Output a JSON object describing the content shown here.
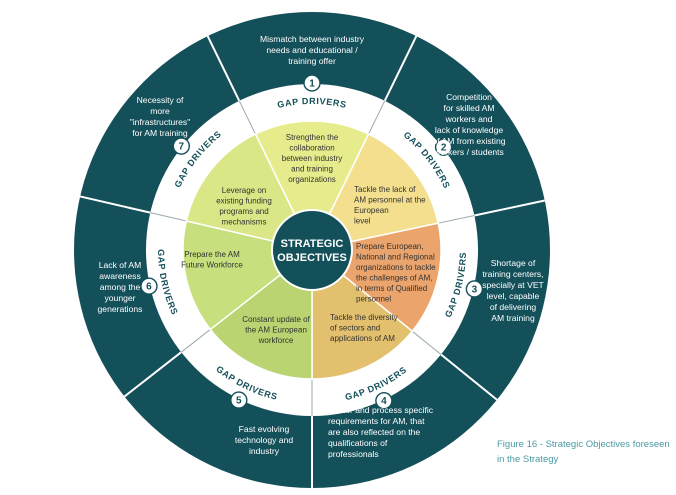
{
  "center": [
    "STRATEGIC",
    "OBJECTIVES"
  ],
  "ring_label": "GAP DRIVERS",
  "colors": {
    "outer": "#14505a",
    "ring": "#ffffff",
    "center": "#14505a",
    "text_dark": "#333333",
    "objective_fills": [
      "#e6ec8c",
      "#f3df8e",
      "#eba46b",
      "#e3c06e",
      "#b9d471",
      "#c7e07d",
      "#dbe786"
    ]
  },
  "gaps": [
    {
      "number": "1",
      "text": [
        "Mismatch between industry",
        "needs and educational /",
        "training offer"
      ]
    },
    {
      "number": "2",
      "text": [
        "Competition",
        "for skilled AM",
        "workers and",
        "lack of knowledge",
        "of AM from existing",
        "workers / students"
      ]
    },
    {
      "number": "3",
      "text": [
        "Shortage of",
        "training centers,",
        "specially at VET",
        "level, capable",
        "of delivering",
        "AM training"
      ]
    },
    {
      "number": "4",
      "text": [
        "Sector  and process specific",
        "requirements for AM, that",
        "are also reflected on the",
        "qualifications of",
        "professionals"
      ]
    },
    {
      "number": "5",
      "text": [
        "Fast evolving",
        "technology and",
        "industry"
      ]
    },
    {
      "number": "6",
      "text": [
        "Lack of AM",
        "awareness",
        "among the",
        "younger",
        "generations"
      ]
    },
    {
      "number": "7",
      "text": [
        "Necessity of",
        "more",
        "\"infrastructures\"",
        "for AM training"
      ]
    }
  ],
  "objectives": [
    {
      "text": [
        "Strengthen the",
        "collaboration",
        "between industry",
        "and training",
        "organizations"
      ]
    },
    {
      "text": [
        "Tackle the lack of",
        "AM personnel at the",
        "European",
        "level"
      ]
    },
    {
      "text": [
        "Prepare European,",
        "National and Regional",
        "organizations to tackle",
        "the challenges of AM,",
        "in terms of Qualified",
        "personnel"
      ]
    },
    {
      "text": [
        "Tackle the diversity",
        "of sectors and",
        "applications of AM"
      ]
    },
    {
      "text": [
        "Constant update of",
        "the AM European",
        "workforce"
      ]
    },
    {
      "text": [
        "Prepare the AM",
        "Future Workforce"
      ]
    },
    {
      "text": [
        "Leverage on",
        "existing funding",
        "programs and",
        "mechanisms"
      ]
    }
  ],
  "caption": [
    "Figure 16 - Strategic Objectives foreseen",
    "in the Strategy"
  ]
}
